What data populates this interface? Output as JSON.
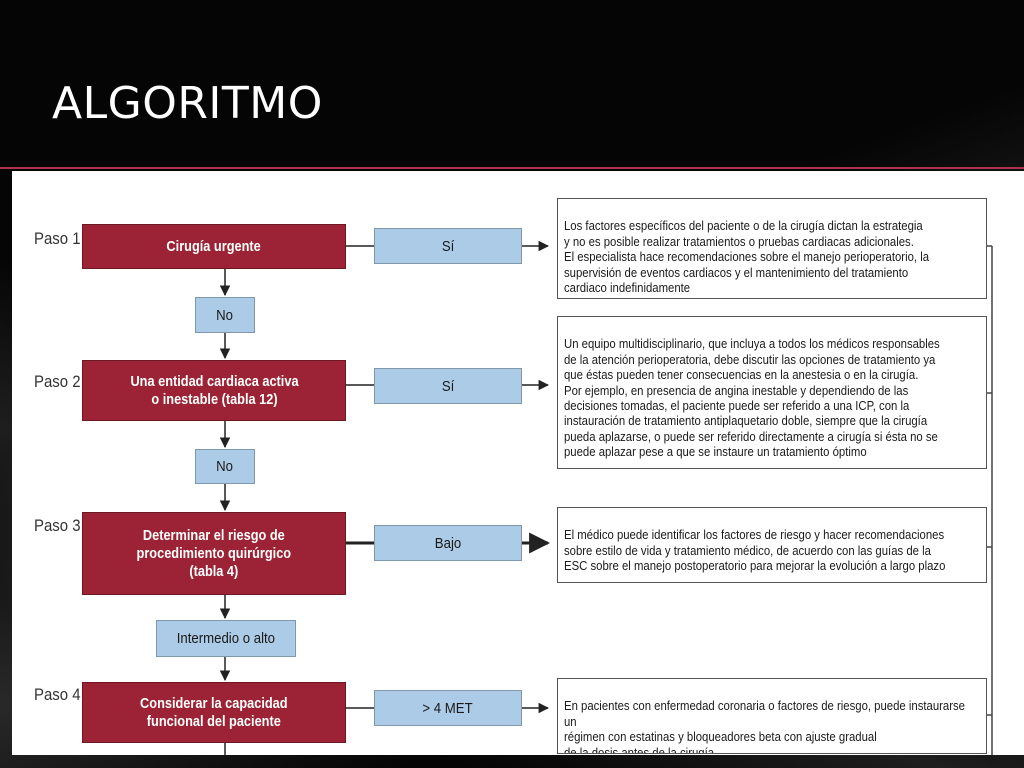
{
  "slide": {
    "title": "ALGORITMO"
  },
  "diagram": {
    "steps": [
      {
        "label": "Paso 1",
        "box": "Cirugía urgente"
      },
      {
        "label": "Paso 2",
        "box": "Una entidad cardiaca activa\no inestable (tabla 12)"
      },
      {
        "label": "Paso 3",
        "box": "Determinar el riesgo de\nprocedimiento quirúrgico\n(tabla 4)"
      },
      {
        "label": "Paso 4",
        "box": "Considerar la capacidad\nfuncional del paciente"
      }
    ],
    "decisions": [
      {
        "answer": "Sí",
        "text": "Los factores específicos del paciente o de la cirugía dictan la estrategia\ny no es posible realizar tratamientos o pruebas cardiacas adicionales.\nEl especialista hace recomendaciones sobre el manejo perioperatorio, la\nsupervisión de eventos cardiacos y el mantenimiento del tratamiento\ncardiaco indefinidamente"
      },
      {
        "answer": "Sí",
        "text": "Un equipo multidisciplinario, que incluya a todos los médicos responsables\nde la atención perioperatoria, debe discutir las opciones de tratamiento ya\nque éstas pueden tener consecuencias en la anestesia o en la cirugía.\nPor ejemplo, en presencia de angina inestable y dependiendo de las\ndecisiones tomadas, el paciente puede ser referido a una ICP, con la\ninstauración de tratamiento antiplaquetario doble, siempre que la cirugía\npueda aplazarse, o puede ser referido directamente a cirugía si ésta no se\npuede aplazar pese a que se instaure un tratamiento óptimo"
      },
      {
        "answer": "Bajo",
        "text": "El médico puede identificar los factores de riesgo y hacer recomendaciones\nsobre estilo de vida y tratamiento médico, de acuerdo con las guías de la\nESC sobre el manejo postoperatorio para mejorar la evolución a largo plazo"
      },
      {
        "answer": "> 4 MET",
        "text": "En pacientes con enfermedad coronaria o factores de riesgo, puede instaurarse un\nrégimen con estatinas y bloqueadores beta con ajuste gradual\nde la dosis antes de la cirugía"
      }
    ],
    "transitions": [
      "No",
      "No",
      "Intermedio o alto"
    ]
  }
}
